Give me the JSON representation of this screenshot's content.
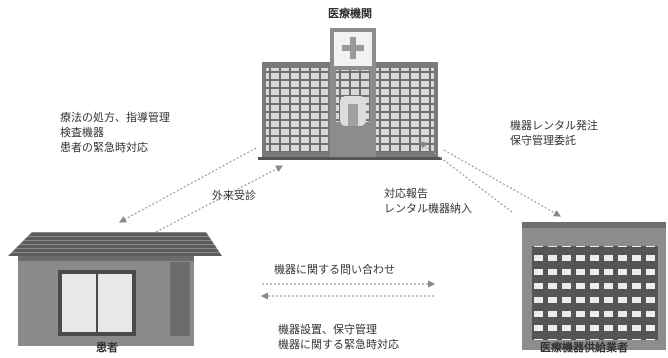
{
  "nodes": {
    "hospital": "医療機関",
    "patient": "患者",
    "dealer": "医療機器供給業者"
  },
  "edges": {
    "hospital_to_patient": [
      "療法の処方、指導管理",
      "検査機器",
      "患者の緊急時対応"
    ],
    "patient_to_hospital": "外来受診",
    "hospital_to_dealer": [
      "機器レンタル発注",
      "保守管理委託"
    ],
    "dealer_to_hospital": [
      "対応報告",
      "レンタル機器納入"
    ],
    "patient_to_dealer": "機器に関する問い合わせ",
    "dealer_to_patient": [
      "機器設置、保守管理",
      "機器に関する緊急時対応"
    ]
  },
  "icons": {
    "hospital": "hospital-building-icon",
    "patient": "house-icon",
    "dealer": "office-building-icon"
  }
}
